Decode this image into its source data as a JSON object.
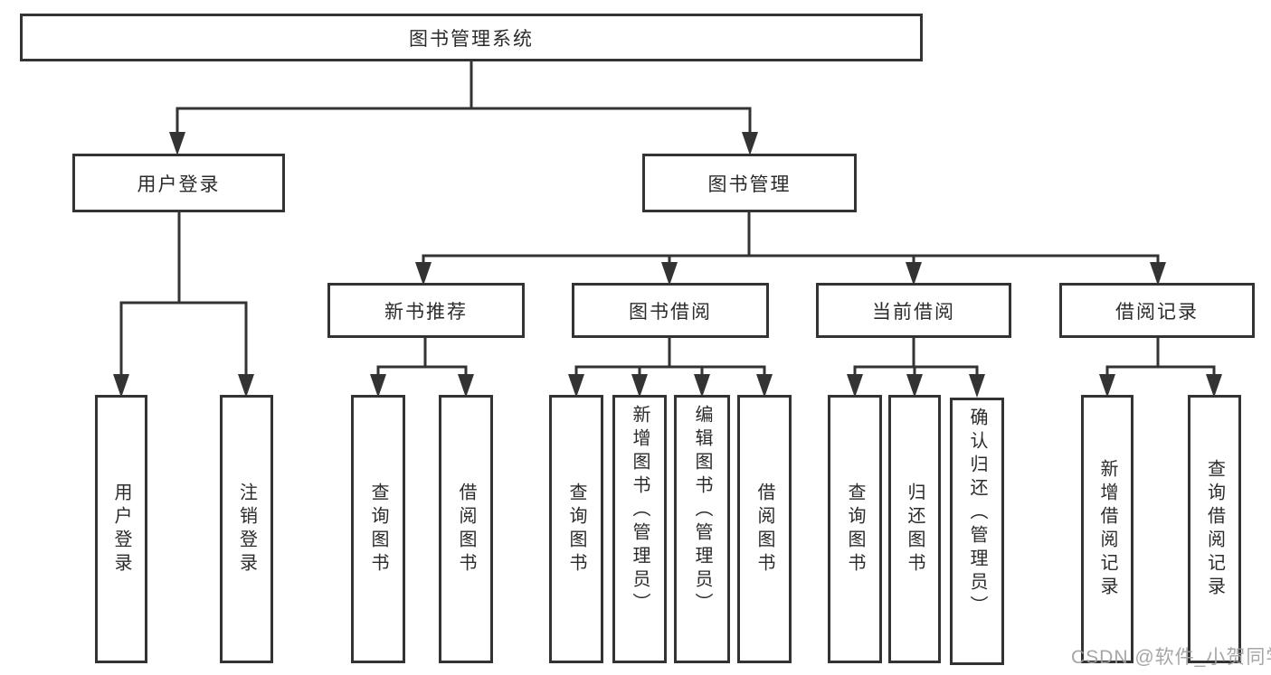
{
  "diagram": {
    "root": {
      "label": "图书管理系统"
    },
    "level1": [
      {
        "label": "用户登录"
      },
      {
        "label": "图书管理"
      }
    ],
    "level2": [
      {
        "label": "新书推荐"
      },
      {
        "label": "图书借阅"
      },
      {
        "label": "当前借阅"
      },
      {
        "label": "借阅记录"
      }
    ],
    "level3": {
      "user_login": [
        {
          "label": "用户登录"
        },
        {
          "label": "注销登录"
        }
      ],
      "new_books": [
        {
          "label": "查询图书"
        },
        {
          "label": "借阅图书"
        }
      ],
      "book_borrow": [
        {
          "label": "查询图书"
        },
        {
          "label": "新增图书（管理员）"
        },
        {
          "label": "编辑图书（管理员）"
        },
        {
          "label": "借阅图书"
        }
      ],
      "current_borrow": [
        {
          "label": "查询图书"
        },
        {
          "label": "归还图书"
        },
        {
          "label": "确认归还（管理员）"
        }
      ],
      "borrow_records": [
        {
          "label": "新增借阅记录"
        },
        {
          "label": "查询借阅记录"
        }
      ]
    }
  },
  "watermark": "CSDN @软件_小贺同学",
  "colors": {
    "line": "#333333",
    "text": "#2b2b2b",
    "watermark": "#9e9e9e",
    "background": "#ffffff"
  }
}
